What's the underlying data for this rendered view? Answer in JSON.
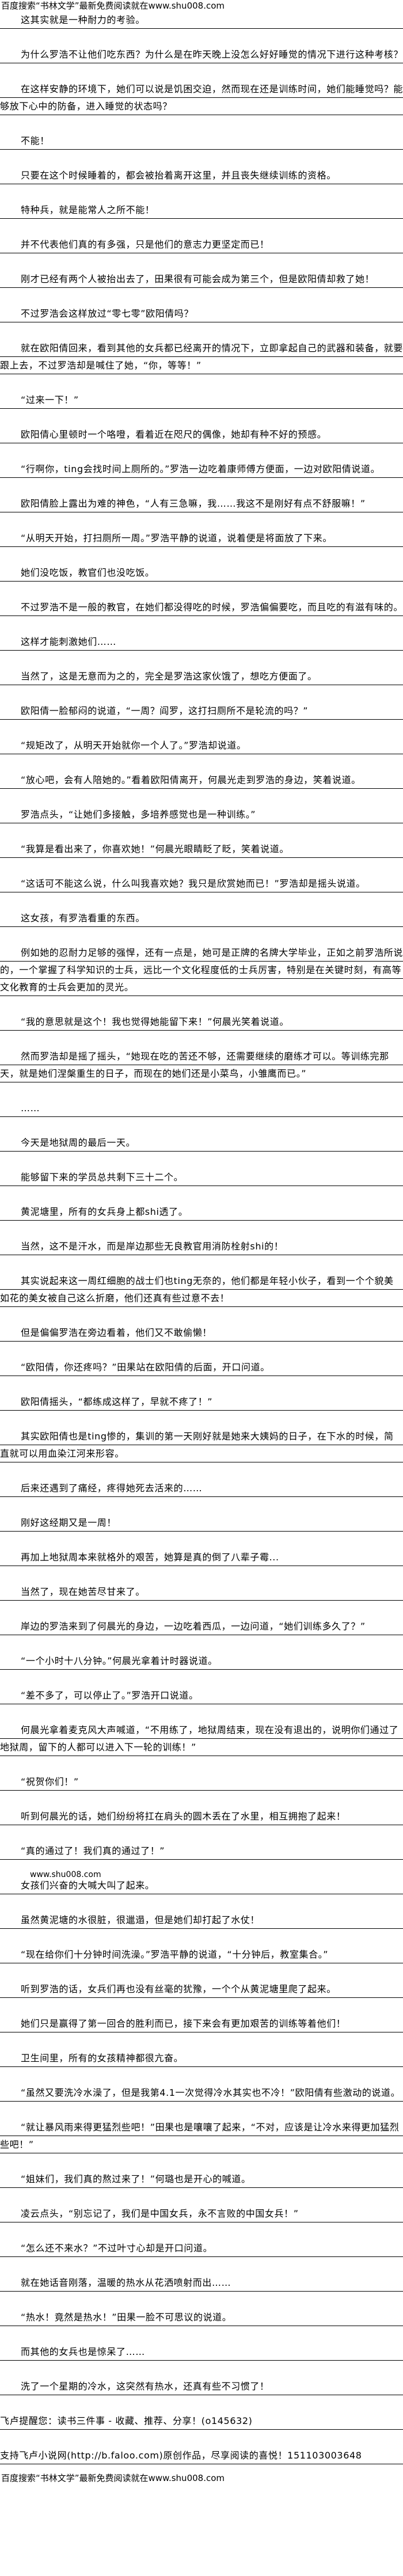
{
  "banner": "百度搜索“书林文学”最新免费阅读就在www.shu008.com",
  "watermark_inline": "www.shu008.com",
  "watermark_after_paragraph": 50,
  "paragraphs": [
    "这其实就是一种耐力的考验。",
    "为什么罗浩不让他们吃东西？为什么是在昨天晚上没怎么好好睡觉的情况下进行这种考核？",
    "在这样安静的环境下，她们可以说是饥困交迫，然而现在还是训练时间，她们能睡觉吗？能够放下心中的防备，进入睡觉的状态吗？",
    "不能！",
    "只要在这个时候睡着的，都会被抬着离开这里，并且丧失继续训练的资格。",
    "特种兵，就是能常人之所不能！",
    "并不代表他们真的有多强，只是他们的意志力更坚定而已！",
    "刚才已经有两个人被抬出去了，田果很有可能会成为第三个，但是欧阳倩却救了她！",
    "不过罗浩会这样放过“零七零”欧阳倩吗？",
    "就在欧阳倩回来，看到其他的女兵都已经离开的情况下，立即拿起自己的武器和装备，就要跟上去，不过罗浩却是喊住了她，“你，等等！”",
    "“过来一下！”",
    "欧阳倩心里顿时一个咯噔，看着近在咫尺的偶像，她却有种不好的预感。",
    "“行啊你，ting会找时间上厕所的。”罗浩一边吃着康师傅方便面，一边对欧阳倩说道。",
    "欧阳倩脸上露出为难的神色，“人有三急嘛，我……我这不是刚好有点不舒服嘛！”",
    "“从明天开始，打扫厕所一周。”罗浩平静的说道，说着便是将面放了下来。",
    "她们没吃饭，教官们也没吃饭。",
    "不过罗浩不是一般的教官，在她们都没得吃的时候，罗浩偏偏要吃，而且吃的有滋有味的。",
    "这样才能刺激她们……",
    "当然了，这是无意而为之的，完全是罗浩这家伙饿了，想吃方便面了。",
    "欧阳倩一脸郁闷的说道，“一周？阎罗，这打扫厕所不是轮流的吗？”",
    "“规矩改了，从明天开始就你一个人了。”罗浩却说道。",
    "“放心吧，会有人陪她的。”看着欧阳倩离开，何晨光走到罗浩的身边，笑着说道。",
    "罗浩点头，“让她们多接触，多培养感觉也是一种训练。”",
    "“我算是看出来了，你喜欢她！”何晨光眼睛眨了眨，笑着说道。",
    "“这话可不能这么说，什么叫我喜欢她？我只是欣赏她而已！”罗浩却是摇头说道。",
    "这女孩，有罗浩看重的东西。",
    "例如她的忍耐力足够的强悍，还有一点是，她可是正牌的名牌大学毕业，正如之前罗浩所说的，一个掌握了科学知识的士兵，远比一个文化程度低的士兵厉害，特别是在关键时刻，有高等文化教育的士兵会更加的灵光。",
    "“我的意思就是这个！我也觉得她能留下来！”何晨光笑着说道。",
    "然而罗浩却是摇了摇头，“她现在吃的苦还不够，还需要继续的磨练才可以。等训练完那天，就是她们涅槃重生的日子，而现在的她们还是小菜鸟，小雏鹰而已。”",
    "……",
    "今天是地狱周的最后一天。",
    "能够留下来的学员总共剩下三十二个。",
    "黄泥塘里，所有的女兵身上都shi透了。",
    "当然，这不是汗水，而是岸边那些无良教官用消防栓射shi的！",
    "其实说起来这一周红细胞的战士们也ting无奈的，他们都是年轻小伙子，看到一个个貌美如花的美女被自己这么折磨，他们还真有些过意不去！",
    "但是偏偏罗浩在旁边看着，他们又不敢偷懒！",
    "“欧阳倩，你还疼吗？”田果站在欧阳倩的后面，开口问道。",
    "欧阳倩摇头，“都练成这样了，早就不疼了！”",
    "其实欧阳倩也是ting惨的，集训的第一天刚好就是她来大姨妈的日子，在下水的时候，简直就可以用血染江河来形容。",
    "后来还遇到了痛经，疼得她死去活来的……",
    "刚好这经期又是一周！",
    "再加上地狱周本来就格外的艰苦，她算是真的倒了八辈子霉...",
    "当然了，现在她苦尽甘来了。",
    "岸边的罗浩来到了何晨光的身边，一边吃着西瓜，一边问道，“她们训练多久了？”",
    "“一个小时十八分钟。”何晨光拿着计时器说道。",
    "“差不多了，可以停止了。”罗浩开口说道。",
    "何晨光拿着麦克风大声喊道，“不用练了，地狱周结束，现在没有退出的，说明你们通过了地狱周，留下的人都可以进入下一轮的训练！”",
    "“祝贺你们！”",
    "听到何晨光的话，她们纷纷将扛在肩头的圆木丢在了水里，相互拥抱了起来！",
    "“真的通过了！我们真的通过了！”",
    "女孩们兴奋的大喊大叫了起来。",
    "虽然黄泥塘的水很脏，很邋遢，但是她们却打起了水仗！",
    "“现在给你们十分钟时间洗澡。”罗浩平静的说道，“十分钟后，教室集合。”",
    "听到罗浩的话，女兵们再也没有丝毫的犹豫，一个个从黄泥塘里爬了起来。",
    "她们只是赢得了第一回合的胜利而已，接下来会有更加艰苦的训练等着他们！",
    "卫生间里，所有的女孩精神都很亢奋。",
    "“虽然又要洗冷水澡了，但是我第4.1一次觉得冷水其实也不冷！”欧阳倩有些激动的说道。",
    "“就让暴风雨来得更猛烈些吧！”田果也是嚷嚷了起来，“不对，应该是让冷水来得更加猛烈些吧！”",
    "“姐妹们，我们真的熬过来了！”何璐也是开心的喊道。",
    "凌云点头，“别忘记了，我们是中国女兵，永不言败的中国女兵！”",
    "“怎么还不来水？”不过叶寸心却是开口问道。",
    "就在她话音刚落，温暖的热水从花洒喷射而出……",
    "“热水！竟然是热水！”田果一脸不可思议的说道。",
    "而其他的女兵也是惊呆了……",
    "洗了一个星期的冷水，这突然有热水，还真有些不习惯了！"
  ],
  "footer": {
    "reminder": "飞卢提醒您：读书三件事 - 收藏、推荐、分享！(o145632)",
    "support": "支持飞卢小说网(http://b.faloo.com)原创作品，尽享阅读的喜悦！151103003648"
  }
}
